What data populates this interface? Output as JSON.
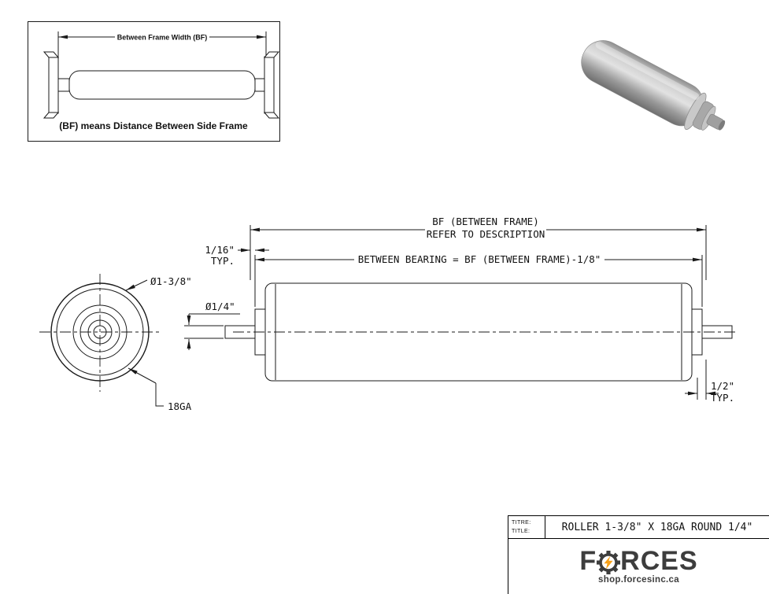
{
  "inset": {
    "dim_label": "Between Frame Width (BF)",
    "caption": "(BF) means Distance Between Side Frame"
  },
  "dims": {
    "bf_line1": "BF (BETWEEN FRAME)",
    "bf_line2": "REFER TO DESCRIPTION",
    "between_bearing": "BETWEEN BEARING = BF (BETWEEN FRAME)-1/8\"",
    "sixteenth": "1/16\"",
    "sixteenth_typ": "TYP.",
    "tube_dia": "Ø1-3/8\"",
    "shaft_dia": "Ø1/4\"",
    "gauge": "18GA",
    "half": "1/2\"",
    "half_typ": "TYP."
  },
  "title_block": {
    "label_titre": "TITRE:",
    "label_title": "TITLE:",
    "title": "ROLLER 1-3/8\" X 18GA ROUND 1/4\"",
    "brand": {
      "letter_f": "F",
      "letters_rest": "RCES",
      "url": "shop.forcesinc.ca"
    }
  },
  "colors": {
    "line": "#1a1a1a",
    "brand_text": "#3d3d3d",
    "bolt_orange": "#f7a11b",
    "roller_gray": "#b5b5b5"
  }
}
